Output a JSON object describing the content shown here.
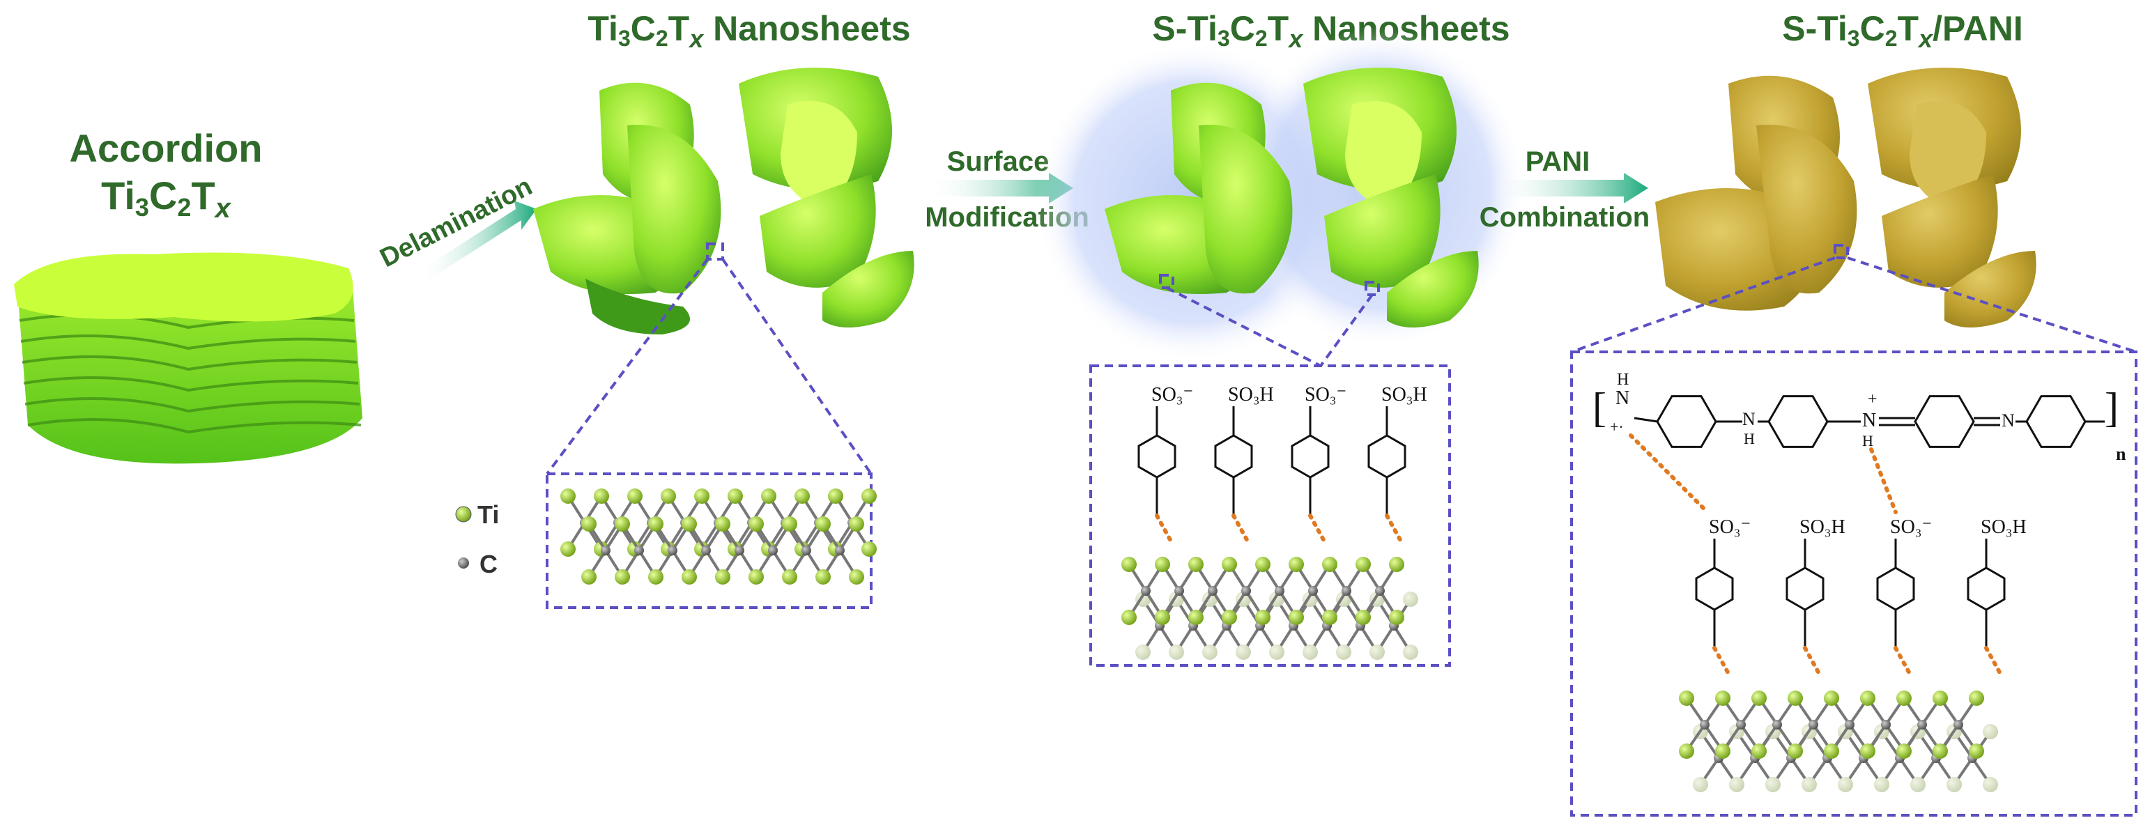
{
  "stages": [
    {
      "id": "accordion",
      "title_line1": "Accordion",
      "title_line2": "Ti3C2T",
      "title_sub_x": "x"
    },
    {
      "id": "nanosheets",
      "title": "Ti3C2T",
      "title_x": "x",
      "title_suffix": " Nanosheets"
    },
    {
      "id": "s-nanosheets",
      "title_prefix": "S-Ti3C2T",
      "title_x": "x",
      "title_suffix": " Nanosheets"
    },
    {
      "id": "s-pani",
      "title_prefix": "S-Ti3C2T",
      "title_x": "x",
      "title_suffix": "/PANI"
    }
  ],
  "arrows": [
    {
      "label": "Delamination"
    },
    {
      "label_line1": "Surface",
      "label_line2": "Modification"
    },
    {
      "label_line1": "PANI",
      "label_line2": "Combination"
    }
  ],
  "legend": {
    "ti_label": "Ti",
    "c_label": "C"
  },
  "chemistry": {
    "so3_minus": "SO₃⁻",
    "so3h": "SO₃H",
    "nh": "N",
    "h": "H",
    "n_plus_h": "N",
    "n_eq": "N",
    "subscript_n": "n",
    "plus": "+",
    "radical": "+·"
  },
  "colors": {
    "title_green": "#2f6a2a",
    "sheet_green": "#7ed321",
    "sheet_dark": "#3f9a1a",
    "pani_gold": "#b89a2a",
    "dashed_box": "#5b4fc4",
    "ti_atom": "#8cbf1f",
    "c_atom": "#666666",
    "dotted_bond": "#e07a20",
    "glow_blue": "#9fb6f0"
  }
}
